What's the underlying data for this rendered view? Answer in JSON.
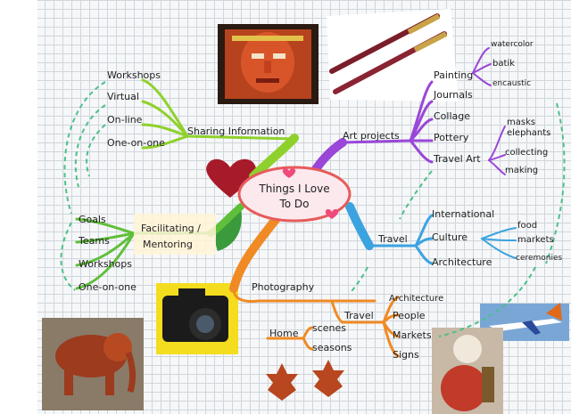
{
  "center": {
    "line1": "Things I Love",
    "line2": "To Do"
  },
  "branches": {
    "sharing": {
      "label": "Sharing Information",
      "items": [
        "Workshops",
        "Virtual",
        "On-line",
        "One-on-one"
      ]
    },
    "art": {
      "label": "Art projects",
      "items": [
        "Painting",
        "Journals",
        "Collage",
        "Pottery",
        "Travel Art"
      ],
      "painting_sub": [
        "watercolor",
        "batik",
        "encaustic"
      ],
      "travel_art_sub": [
        "masks",
        "elephants",
        "collecting",
        "making"
      ]
    },
    "facilitating": {
      "label_line1": "Facilitating /",
      "label_line2": "Mentoring",
      "items": [
        "Goals",
        "Teams",
        "Workshops",
        "One-on-one"
      ]
    },
    "travel": {
      "label": "Travel",
      "items": [
        "International",
        "Culture",
        "Architecture"
      ],
      "culture_sub": [
        "food",
        "markets",
        "ceremonies"
      ]
    },
    "photography": {
      "label": "Photography",
      "home": "Home",
      "home_sub": [
        "scenes",
        "seasons"
      ],
      "travel_label": "Travel",
      "travel_sub": [
        "Architecture",
        "People",
        "Markets",
        "Signs"
      ]
    }
  },
  "colors": {
    "sharing": "#8fd12c",
    "art": "#9a46d8",
    "facilitating": "#5fbf3a",
    "travel": "#3ba3e0",
    "photography": "#f08a24",
    "center": "#e65b5b",
    "dashed": "#4cc08a"
  }
}
